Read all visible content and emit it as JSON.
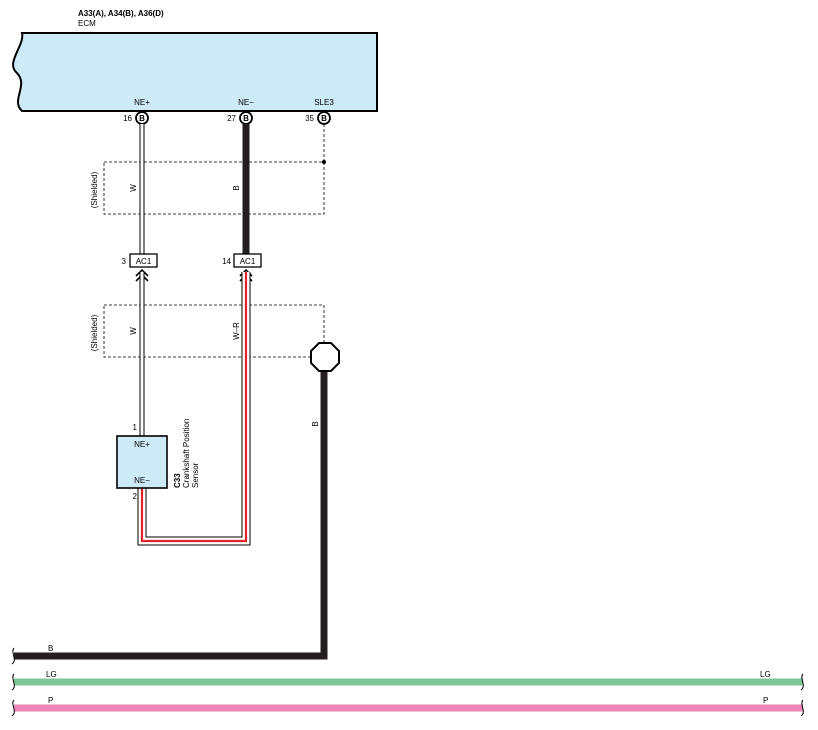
{
  "ecm": {
    "connectors": "A33(A), A34(B), A36(D)",
    "name": "ECM",
    "fill": "#cdeaf7",
    "terminals": [
      {
        "pin": "16",
        "label": "NE+",
        "connector": "B"
      },
      {
        "pin": "27",
        "label": "NE−",
        "connector": "B"
      },
      {
        "pin": "35",
        "label": "SLE3",
        "connector": "B"
      }
    ]
  },
  "shields": {
    "upper_label": "(Shielded)",
    "lower_label": "(Shielded)"
  },
  "wire_colors": {
    "upper_ne_plus": "W",
    "upper_ne_minus": "B",
    "lower_ne_plus": "W",
    "lower_ne_minus": "W–R",
    "ground": "B"
  },
  "junction": {
    "connector": "AC1",
    "pins": [
      "3",
      "14"
    ]
  },
  "sensor": {
    "code": "C33",
    "name_line1": "Crankshaft Position",
    "name_line2": "Sensor",
    "pin_top": "1",
    "pin_bottom": "2",
    "label_top": "NE+",
    "label_bottom": "NE−",
    "fill": "#cdeaf7"
  },
  "bus": [
    {
      "label_left": "B",
      "label_right": "",
      "color": "#231f20"
    },
    {
      "label_left": "LG",
      "label_right": "LG",
      "color": "#7dc698"
    },
    {
      "label_left": "P",
      "label_right": "P",
      "color": "#ee86b6"
    }
  ],
  "colors": {
    "black_wire": "#231f20",
    "red_stripe": "#e0232b"
  }
}
